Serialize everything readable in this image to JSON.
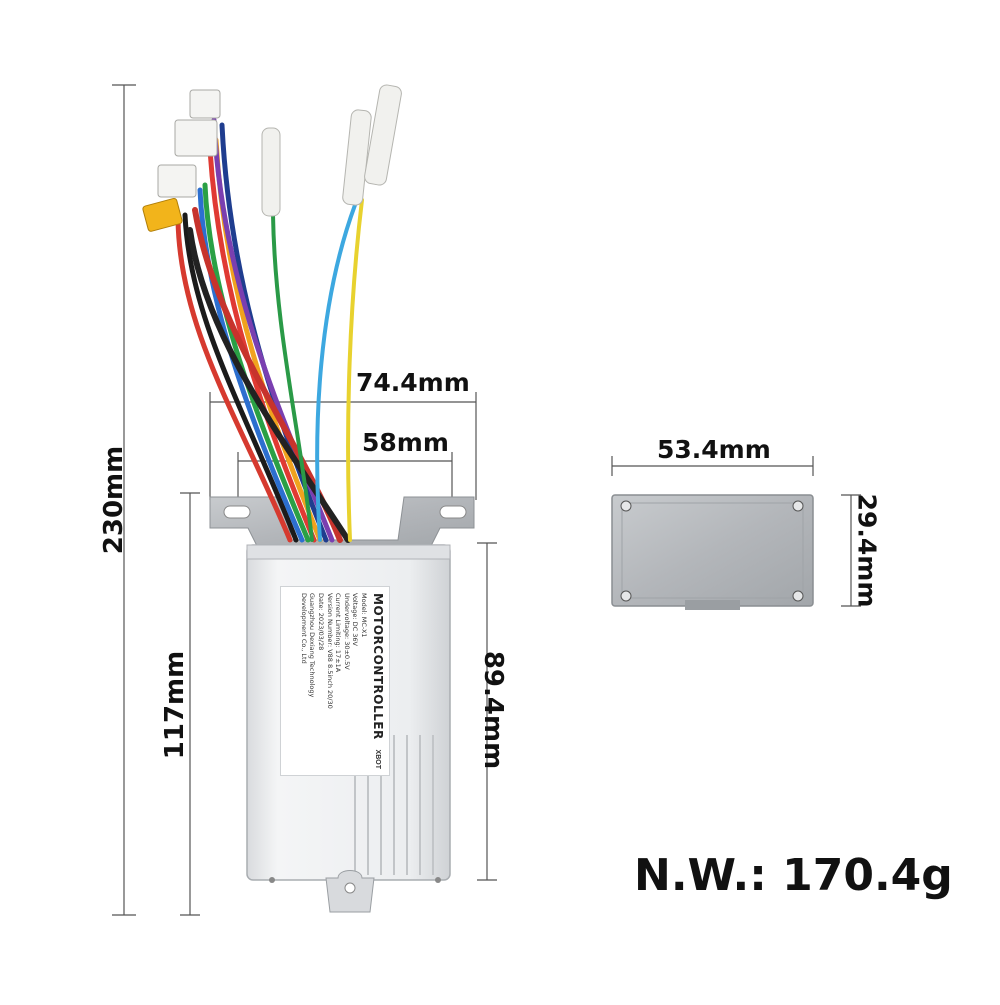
{
  "dimensions": {
    "total_height": "230mm",
    "bracket_width": "74.4mm",
    "hole_spacing": "58mm",
    "body_length": "117mm",
    "body_height": "89.4mm",
    "side_width": "53.4mm",
    "side_height": "29.4mm"
  },
  "net_weight": "N.W.: 170.4g",
  "label": {
    "title": "MOTORCONTROLLER",
    "brand": "XBOT",
    "lines": [
      "Model: MC-X1",
      "Voltage: DC 36V",
      "Undervoltage: 30±0.5V",
      "Current Limiting: 17±1A",
      "Version Number: V88 8.5inch 20/30",
      "Date: 2023/03/28",
      "Guangzhou Dexiang Technology",
      "Development Co., Ltd"
    ]
  },
  "colors": {
    "dimension_line": "#555555",
    "housing": "#e9eaec",
    "plate": "#b9bcbf"
  }
}
